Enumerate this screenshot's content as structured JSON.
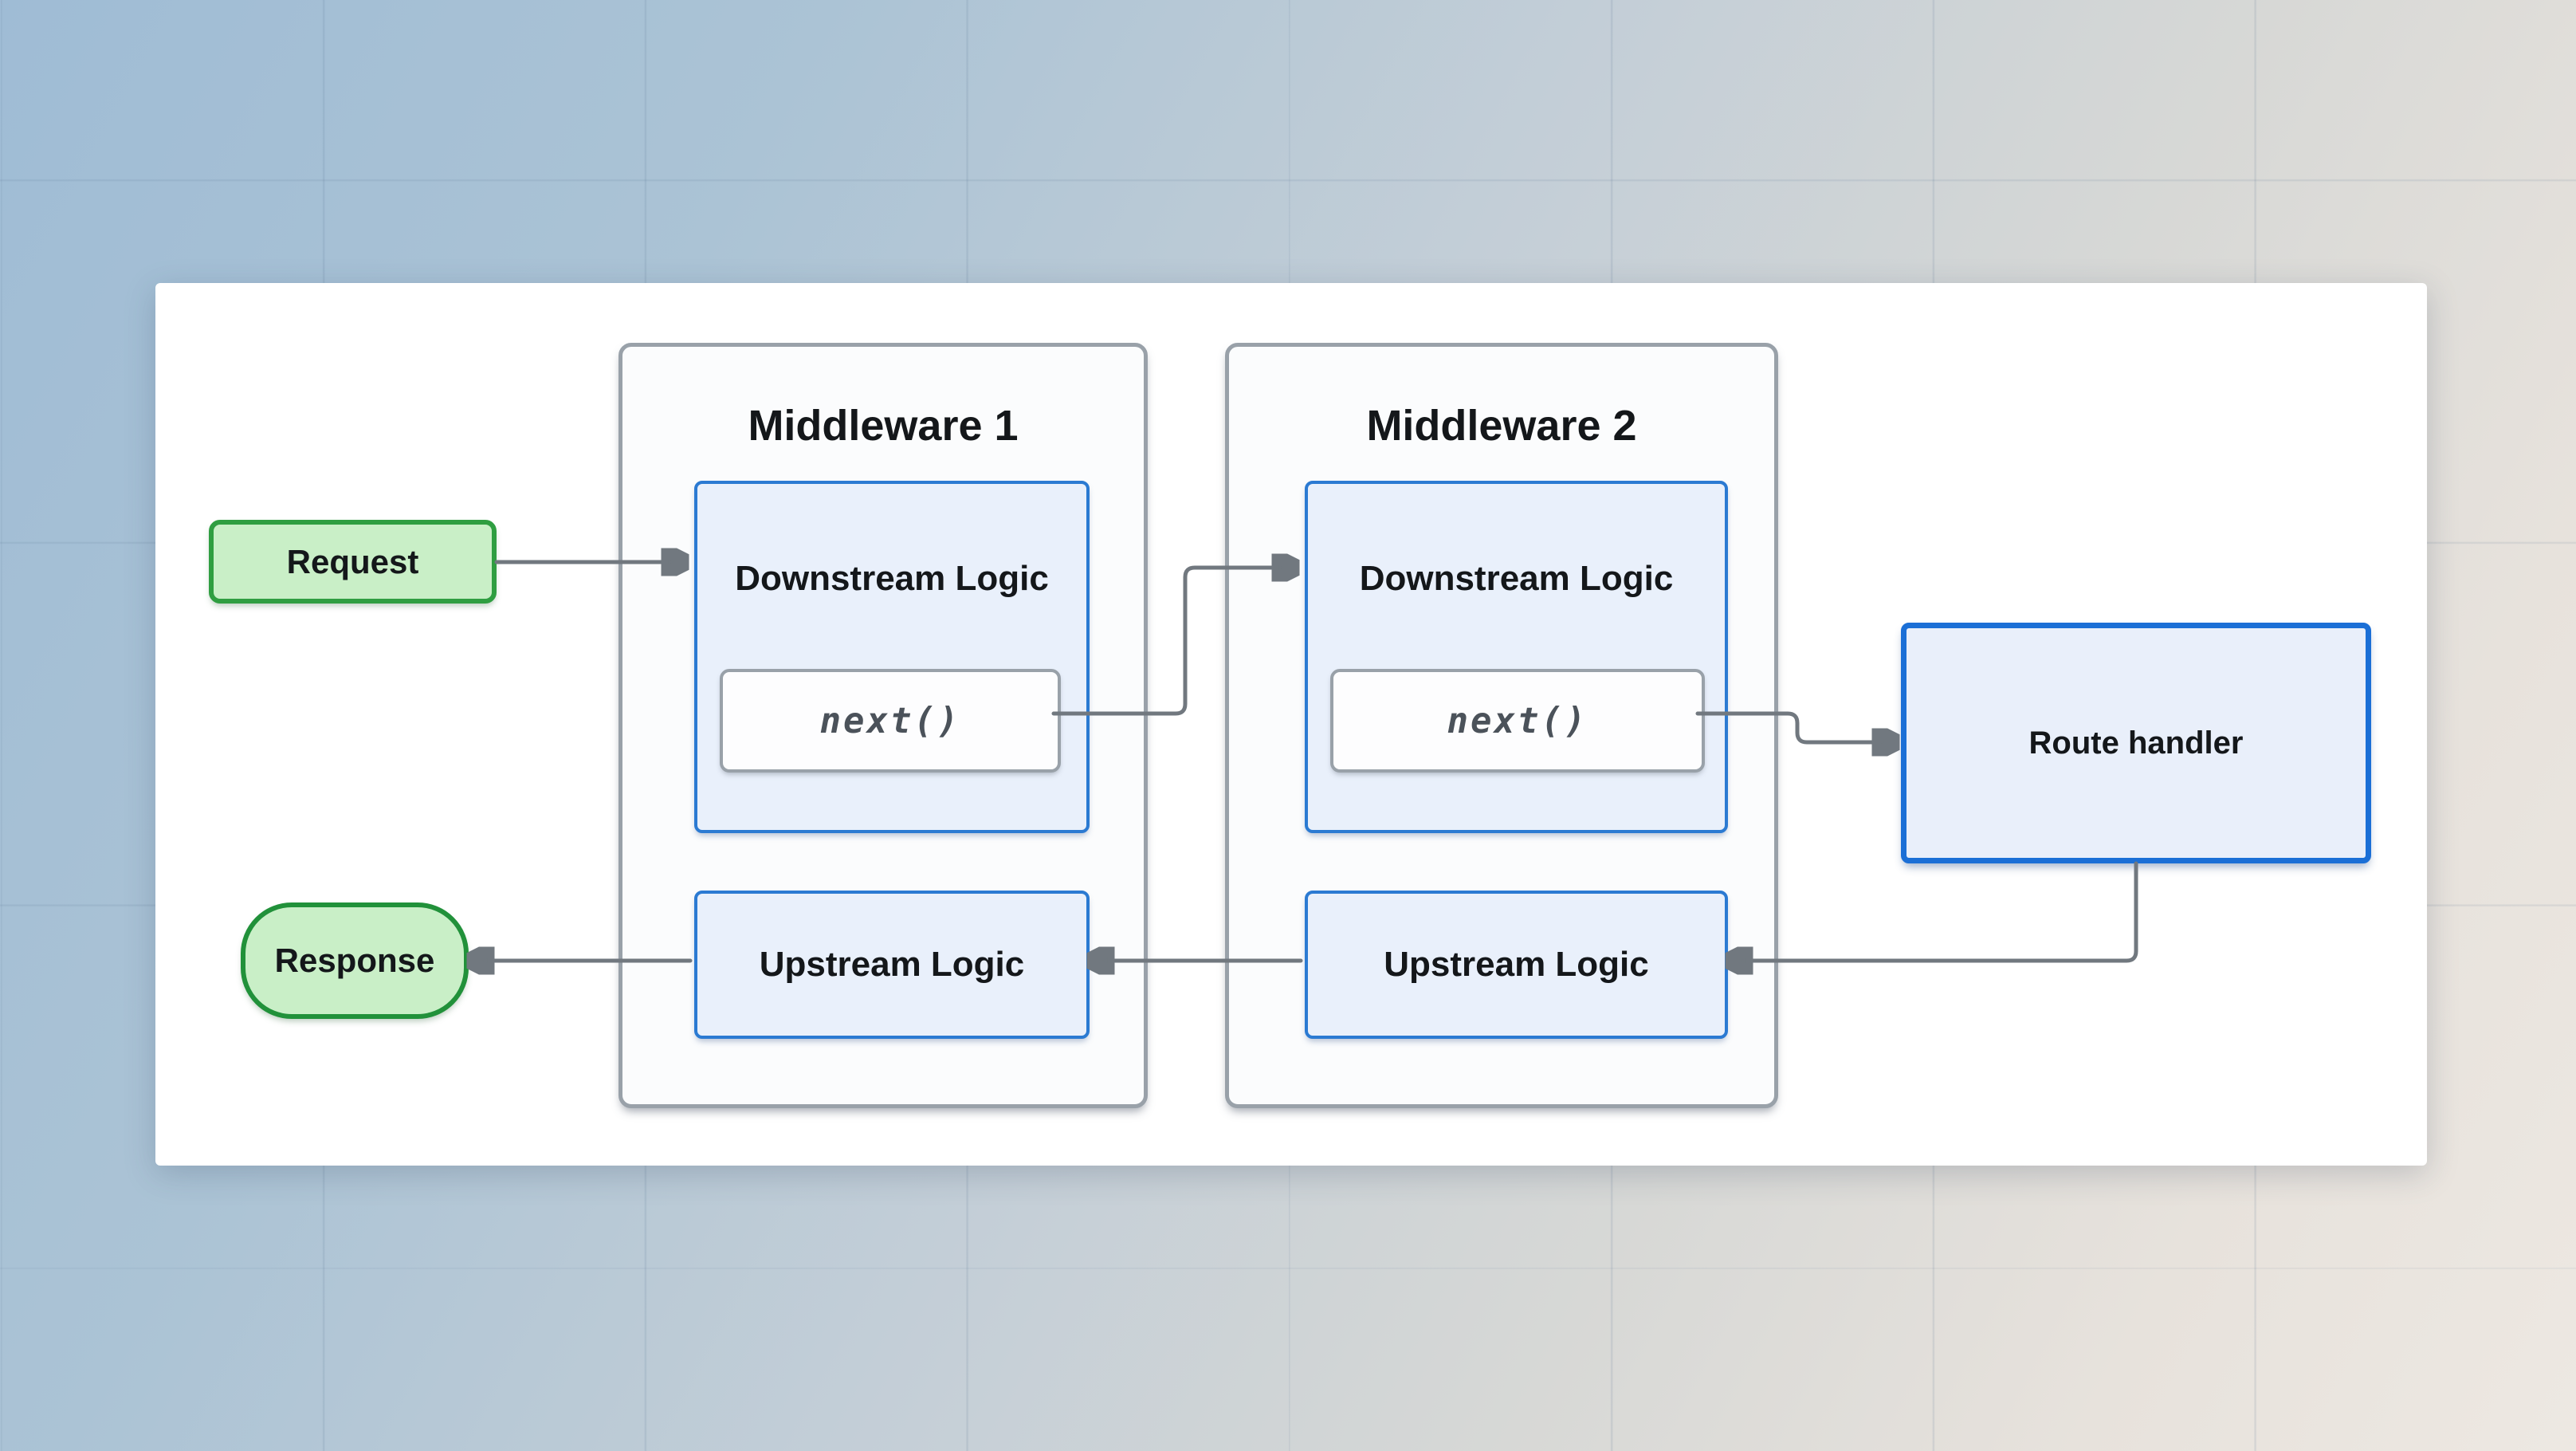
{
  "diagram": {
    "nodes": {
      "request": {
        "label": "Request"
      },
      "response": {
        "label": "Response"
      },
      "route_handler": {
        "label": "Route handler"
      },
      "middlewares": [
        {
          "title": "Middleware 1",
          "downstream_label": "Downstream Logic",
          "next_label": "next()",
          "upstream_label": "Upstream Logic"
        },
        {
          "title": "Middleware 2",
          "downstream_label": "Downstream Logic",
          "next_label": "next()",
          "upstream_label": "Upstream Logic"
        }
      ]
    },
    "edges": [
      {
        "from": "request",
        "to": "middleware-1-downstream-logic"
      },
      {
        "from": "middleware-1-next",
        "to": "middleware-2-downstream-logic"
      },
      {
        "from": "middleware-2-next",
        "to": "route-handler"
      },
      {
        "from": "route-handler",
        "to": "middleware-2-upstream-logic"
      },
      {
        "from": "middleware-2-upstream-logic",
        "to": "middleware-1-upstream-logic"
      },
      {
        "from": "middleware-1-upstream-logic",
        "to": "response"
      }
    ]
  },
  "colors": {
    "bg-grad-start": "#9fbcd5",
    "bg-grad-end": "#ede8e2",
    "canvas-bg": "#ffffff",
    "container-border": "#99a1a9",
    "container-bg": "#fbfcfd",
    "box-blue-border": "#2b7ad2",
    "box-blue-bg": "#e9f0fb",
    "route-border": "#1b6fd6",
    "route-bg": "#e9effa",
    "next-border": "#99a1a9",
    "next-bg": "#fdfdfe",
    "next-text": "#4b525a",
    "green-bg": "#c9efc7",
    "request-border": "#2f9e41",
    "response-border": "#21913a",
    "arrow": "#71787f",
    "label-text": "#14171a"
  }
}
